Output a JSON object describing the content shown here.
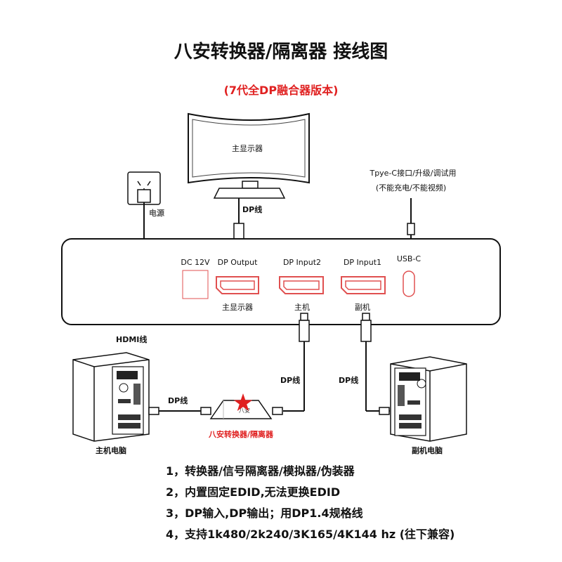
{
  "title": "八安转换器/隔离器 接线图",
  "subtitle": "(7代全DP融合器版本)",
  "monitor_label": "主显示器",
  "power_label": "电源",
  "usb_note_line1": "Tpye-C接口/升级/调试用",
  "usb_note_line2": "(不能充电/不能视频)",
  "cable_top": "DP线",
  "hdmi_label": "HDMI线",
  "ports": {
    "dc": "DC 12V",
    "dp_output": "DP Output",
    "dp_input2": "DP Input2",
    "dp_input1": "DP Input1",
    "usbc": "USB-C"
  },
  "port_captions": {
    "output": "主显示器",
    "input2": "主机",
    "input1": "副机"
  },
  "cable_left": "DP线",
  "cable_mid": "DP线",
  "cable_right": "DP线",
  "adapter_text": "八安",
  "adapter_label": "八安转换器/隔离器",
  "pc_main": "主机电脑",
  "pc_sub": "副机电脑",
  "notes": [
    "1，转换器/信号隔离器/模拟器/伪装器",
    "2，内置固定EDID,无法更换EDID",
    "3，DP输入,DP输出；用DP1.4规格线",
    "4，支持1k480/2k240/3K165/4K144 hz (往下兼容)"
  ],
  "colors": {
    "accent": "#e02020",
    "line": "#111111",
    "port_outline": "#e05050"
  }
}
